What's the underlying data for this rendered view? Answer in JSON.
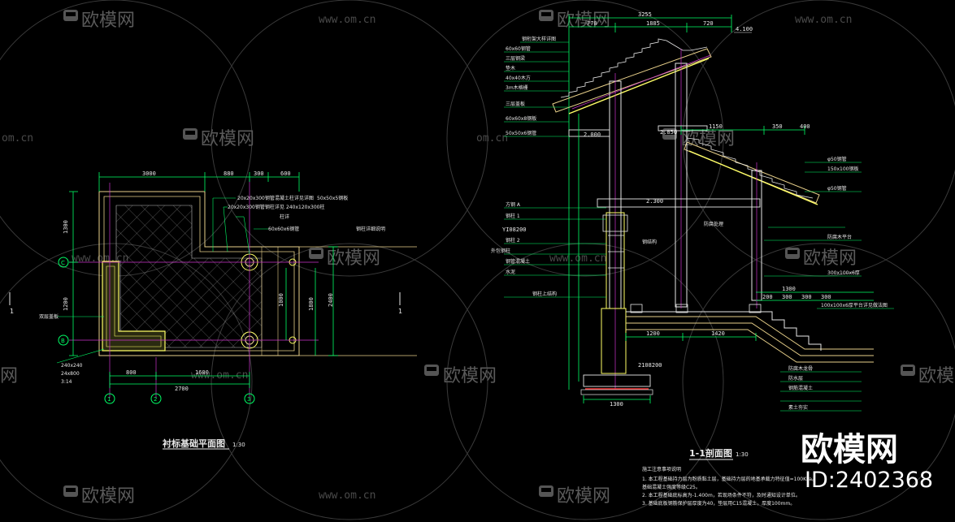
{
  "watermark": {
    "brand": "欧模网",
    "url": "www.om.cn",
    "url_short": "om.cn",
    "left_cut": "网"
  },
  "branding": {
    "logo_text": "欧模网",
    "id_text": "ID:2402368"
  },
  "plan": {
    "title": "衬标基础平面图",
    "scale": "1:30",
    "dims_top": [
      "3000",
      "880",
      "300",
      "600"
    ],
    "dims_bottom": [
      "800",
      "1600"
    ],
    "dim_total": "2700",
    "dims_left": [
      "1300",
      "1200"
    ],
    "dims_right": [
      "1000",
      "1800",
      "2400"
    ],
    "grid_cols": [
      "1",
      "2",
      "3"
    ],
    "grid_rows": [
      "C",
      "B"
    ],
    "section_mark": "1",
    "labels": [
      "240x240",
      "24x800",
      "3:14"
    ],
    "notes": [
      "20x20x300钢管混凝土柱详见详图",
      "20x20x300钢管钢柱详见",
      "柱详",
      "60x60x6钢管",
      "240x120x300柱",
      "50x50x5钢板",
      "双层盖板",
      "钢柱详细说明"
    ]
  },
  "section": {
    "title": "1-1剖面图",
    "scale": "1:30",
    "dims_top": [
      "3255",
      "770",
      "1885",
      "720"
    ],
    "dims_mid": [
      "1150",
      "350",
      "400"
    ],
    "elev_top": "4.100",
    "elev_a": "2.000",
    "elev_b": "2.850",
    "elev_c": "2.300",
    "label_lower": "2108200",
    "label_upper": "YI08200",
    "dims_bottom_base": "1200",
    "dims_bottom": [
      "1200",
      "1420"
    ],
    "dims_stair": [
      "200",
      "300",
      "300",
      "300"
    ],
    "dim_stair_total": "1300",
    "base_width": "1300",
    "left_notes": [
      "钢桁架大样详图",
      "60x60钢管",
      "三层钢梁",
      "垫木",
      "40x40木方",
      "3m木格栅",
      "三层盖板",
      "60x60x8钢板",
      "50x50x6钢管",
      "方钢 A",
      "钢柱 1",
      "钢柱 2",
      "外包钢柱",
      "钢管混凝土",
      "水泥",
      "钢柱上结构"
    ],
    "right_notes": [
      "φ50钢管",
      "150x100钢板",
      "φ50钢管",
      "防腐处理",
      "防腐木平台",
      "钢结构",
      "300x100x6厚",
      "100x100x6厚平台详见做法图",
      "防腐木龙骨",
      "防水层",
      "钢筋混凝土",
      "素土夯实"
    ],
    "notes_heading": "施工注意事项说明",
    "notes_lines": [
      "1. 本工程基础持力层为粉质黏土层，基础持力层的地基承载力特征值=100KPa。",
      "   基础混凝土强度等级C25。",
      "2. 本工程基础底标高为-1.400m，若现场条件不符，及时通知设计单位。",
      "3. 基础底板钢筋保护层厚度为40，垫层用C15混凝土，厚度100mm。"
    ]
  }
}
